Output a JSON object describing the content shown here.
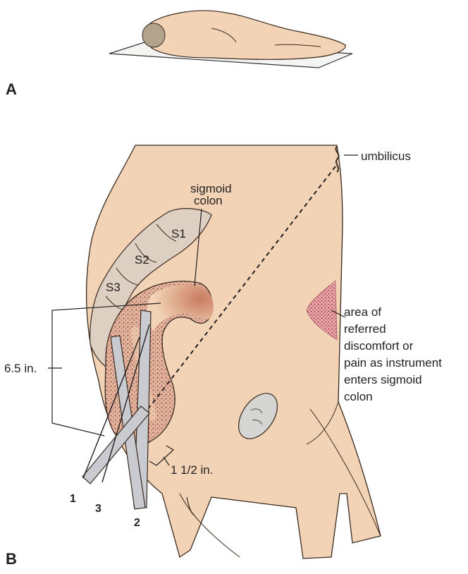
{
  "panels": {
    "a": "A",
    "b": "B"
  },
  "labels": {
    "umbilicus": "umbilicus",
    "sigmoid_line1": "sigmoid",
    "sigmoid_line2": "colon",
    "s1": "S1",
    "s2": "S2",
    "s3": "S3",
    "area_lines": [
      "area of",
      "referred",
      "discomfort or",
      "pain as instrument",
      "enters sigmoid",
      "colon"
    ],
    "measure_long": "6.5 in.",
    "measure_short": "1 1/2 in.",
    "scope_positions": [
      "1",
      "2",
      "3"
    ]
  },
  "colors": {
    "skin": "#f2d3b5",
    "skin_outline": "#3a2a20",
    "sacrum": "#ddd0c2",
    "colon_outer": "#dca088",
    "colon_highlight": "#c97b60",
    "instrument": "#c9cbd0",
    "pain_area": "#c9616e"
  }
}
